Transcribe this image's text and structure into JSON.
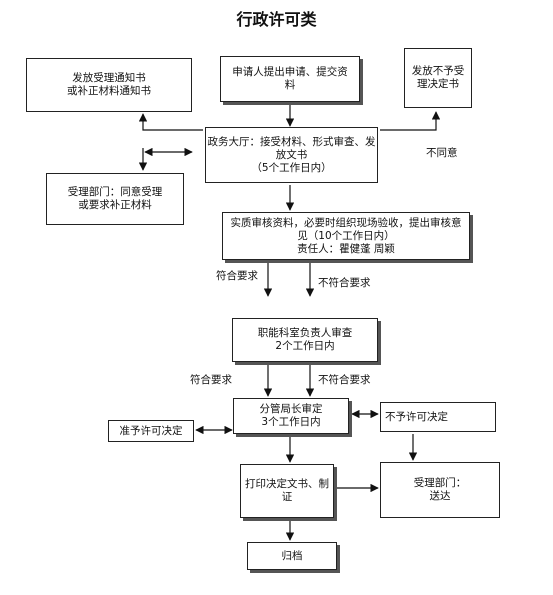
{
  "title": "行政许可类",
  "nodes": {
    "notice": "发放受理通知书\n或补正材料通知书",
    "apply": "申请人提出申请、提交资\n料",
    "reject_decision": "发放不予受\n理决定书",
    "hall": "政务大厅：接受材料、形式审查、发\n放文书\n（5个工作日内）",
    "accept_dept": "受理部门：同意受理\n或要求补正材料",
    "review": "实质审核资料，必要时组织现场验收，提出审核意\n见（10个工作日内）\n责任人：瞿健蓬  周颖",
    "section_head": "职能科室负责人审查\n2个工作日内",
    "director": "分管局长审定\n3个工作日内",
    "grant": "准予许可决定",
    "no_permit": "不予许可决定",
    "print": "打印决定文书、制\n证",
    "deliver": "受理部门：\n送达",
    "archive": "归档"
  },
  "labels": {
    "disagree": "不同意",
    "meets_1": "符合要求",
    "not_meets_1": "不符合要求",
    "meets_2": "符合要求",
    "not_meets_2": "不符合要求"
  }
}
